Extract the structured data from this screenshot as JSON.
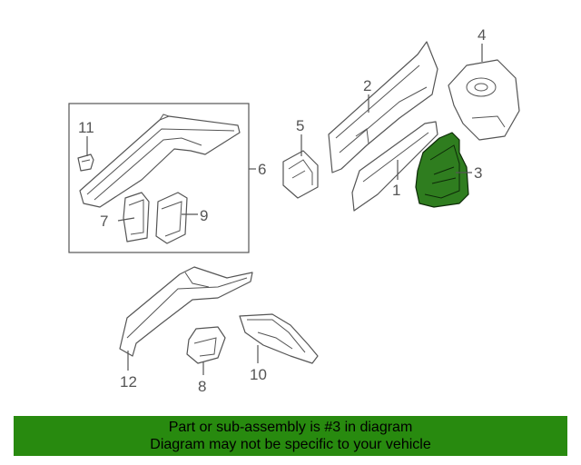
{
  "diagram": {
    "callouts": [
      "1",
      "2",
      "3",
      "4",
      "5",
      "6",
      "7",
      "8",
      "9",
      "10",
      "11",
      "12"
    ],
    "highlighted_part": "3",
    "colors": {
      "highlight": "#2f7d1f",
      "line": "#555555",
      "banner": "#288a0f"
    }
  },
  "banner": {
    "line1": "Part or sub-assembly is #3 in diagram",
    "line2": "Diagram may not be specific to your vehicle"
  }
}
